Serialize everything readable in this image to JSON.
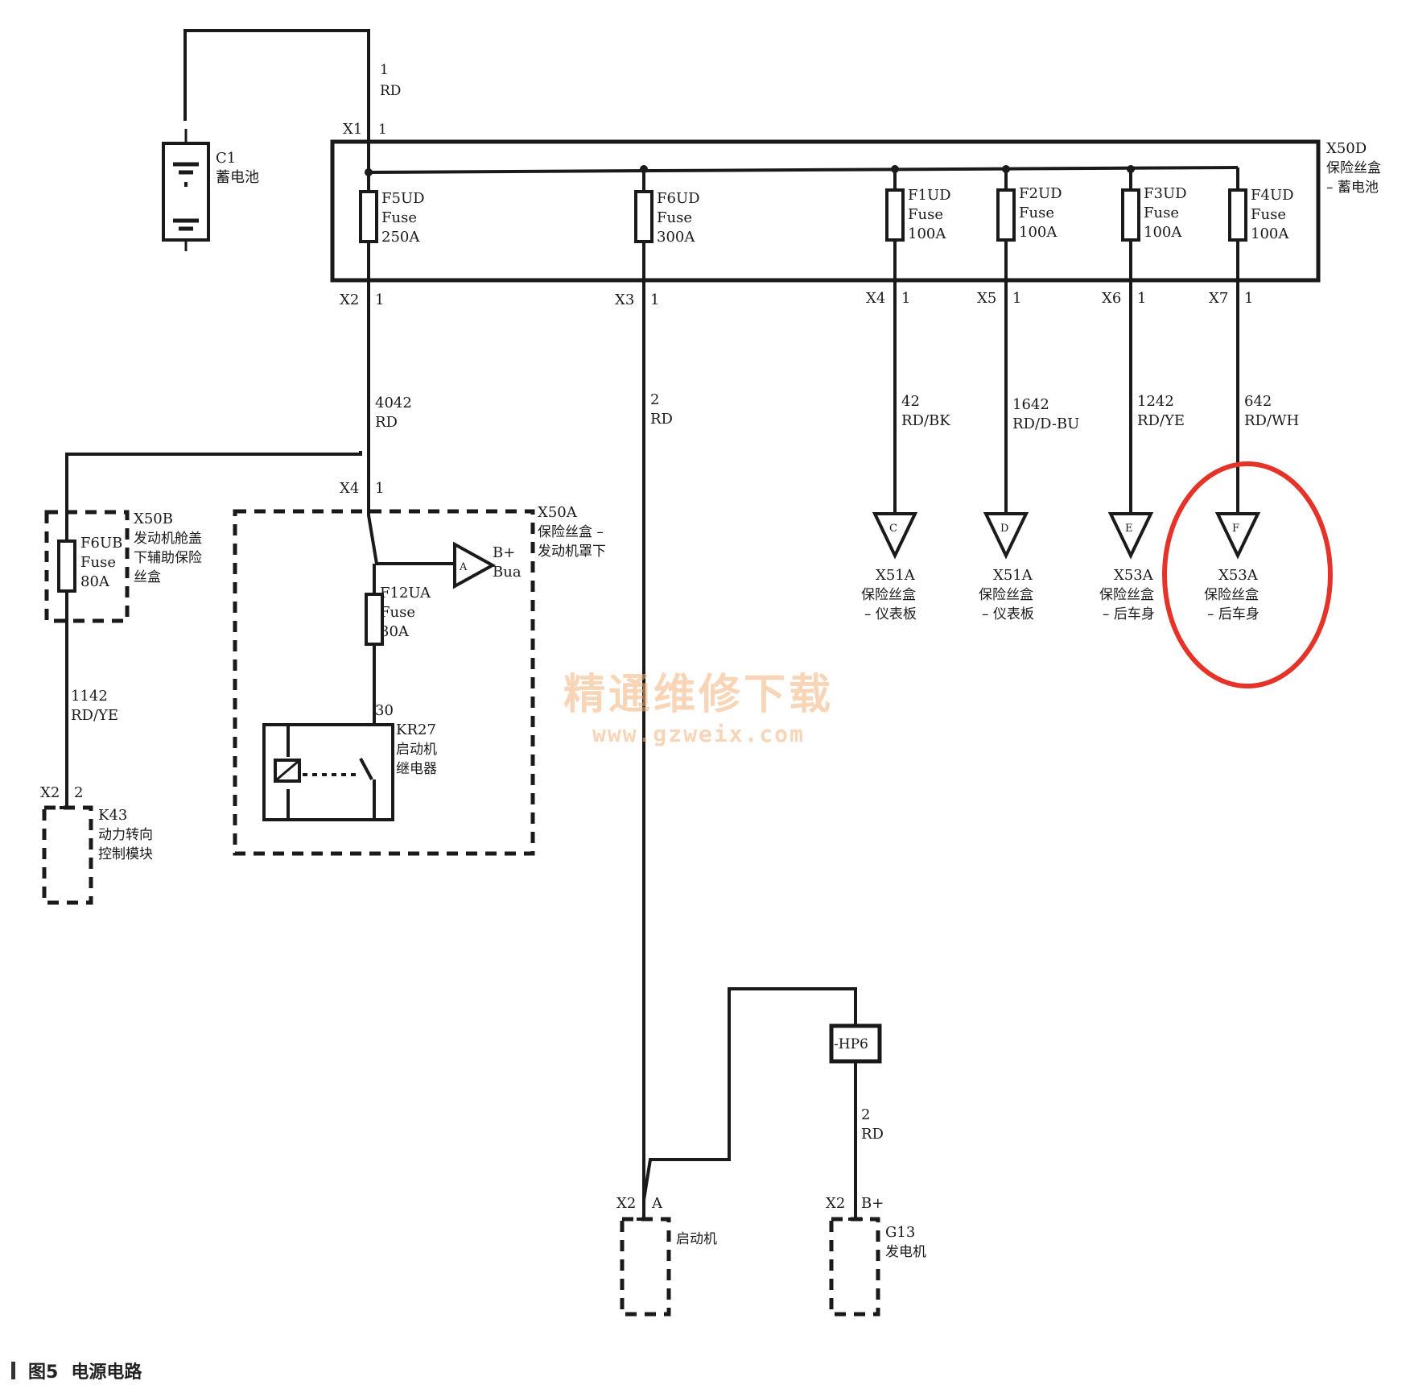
{
  "caption": {
    "figure": "图5",
    "title": "电源电路"
  },
  "watermark": {
    "line1": "精通维修下载",
    "line2": "www.gzweix.com"
  },
  "battery": {
    "id": "C1",
    "name": "蓄电池"
  },
  "wires": {
    "battery_pin": "1",
    "battery_color": "RD",
    "w4042_num": "4042",
    "w4042_color": "RD",
    "w2_num": "2",
    "w2_color": "RD",
    "w42_num": "42",
    "w42_color": "RD/BK",
    "w1642_num": "1642",
    "w1642_color": "RD/D-BU",
    "w1242_num": "1242",
    "w1242_color": "RD/YE",
    "w642_num": "642",
    "w642_color": "RD/WH",
    "w1142_num": "1142",
    "w1142_color": "RD/YE",
    "gen_num": "2",
    "gen_color": "RD",
    "relay_pin": "30"
  },
  "fuse_box_battery": {
    "id": "X50D",
    "name1": "保险丝盒",
    "name2": "– 蓄电池",
    "x1": "X1",
    "x1_pin": "1",
    "connectors": [
      {
        "conn": "X2",
        "pin": "1"
      },
      {
        "conn": "X3",
        "pin": "1"
      },
      {
        "conn": "X4",
        "pin": "1"
      },
      {
        "conn": "X5",
        "pin": "1"
      },
      {
        "conn": "X6",
        "pin": "1"
      },
      {
        "conn": "X7",
        "pin": "1"
      }
    ],
    "fuses": [
      {
        "id": "F5UD",
        "type": "Fuse",
        "rating": "250A"
      },
      {
        "id": "F6UD",
        "type": "Fuse",
        "rating": "300A"
      },
      {
        "id": "F1UD",
        "type": "Fuse",
        "rating": "100A"
      },
      {
        "id": "F2UD",
        "type": "Fuse",
        "rating": "100A"
      },
      {
        "id": "F3UD",
        "type": "Fuse",
        "rating": "100A"
      },
      {
        "id": "F4UD",
        "type": "Fuse",
        "rating": "100A"
      }
    ]
  },
  "destinations": [
    {
      "letter": "C",
      "id": "X51A",
      "line1": "保险丝盒",
      "line2": "– 仪表板"
    },
    {
      "letter": "D",
      "id": "X51A",
      "line1": "保险丝盒",
      "line2": "– 仪表板"
    },
    {
      "letter": "E",
      "id": "X53A",
      "line1": "保险丝盒",
      "line2": "– 后车身"
    },
    {
      "letter": "F",
      "id": "X53A",
      "line1": "保险丝盒",
      "line2": "– 后车身"
    }
  ],
  "fuse_box_engine": {
    "id": "X50A",
    "name1": "保险丝盒 –",
    "name2": "发动机罩下",
    "x4": "X4",
    "x4_pin": "1",
    "bplus": "B+",
    "bua": "Bua",
    "tri_letter": "A",
    "fuse": {
      "id": "F12UA",
      "type": "Fuse",
      "rating": "30A"
    },
    "relay": {
      "id": "KR27",
      "name1": "启动机",
      "name2": "继电器"
    }
  },
  "aux_fuse_box": {
    "id": "X50B",
    "name1": "发动机舱盖",
    "name2": "下辅助保险",
    "name3": "丝盒",
    "fuse": {
      "id": "F6UB",
      "type": "Fuse",
      "rating": "80A"
    }
  },
  "power_steering": {
    "conn": "X2",
    "pin": "2",
    "id": "K43",
    "name1": "动力转向",
    "name2": "控制模块"
  },
  "starter": {
    "conn": "X2",
    "pin": "A",
    "name": "启动机"
  },
  "generator": {
    "conn": "X2",
    "pin": "B+",
    "id": "G13",
    "name": "发电机"
  },
  "splice": {
    "id": "-HP6"
  },
  "highlight_color": "#e5332a"
}
